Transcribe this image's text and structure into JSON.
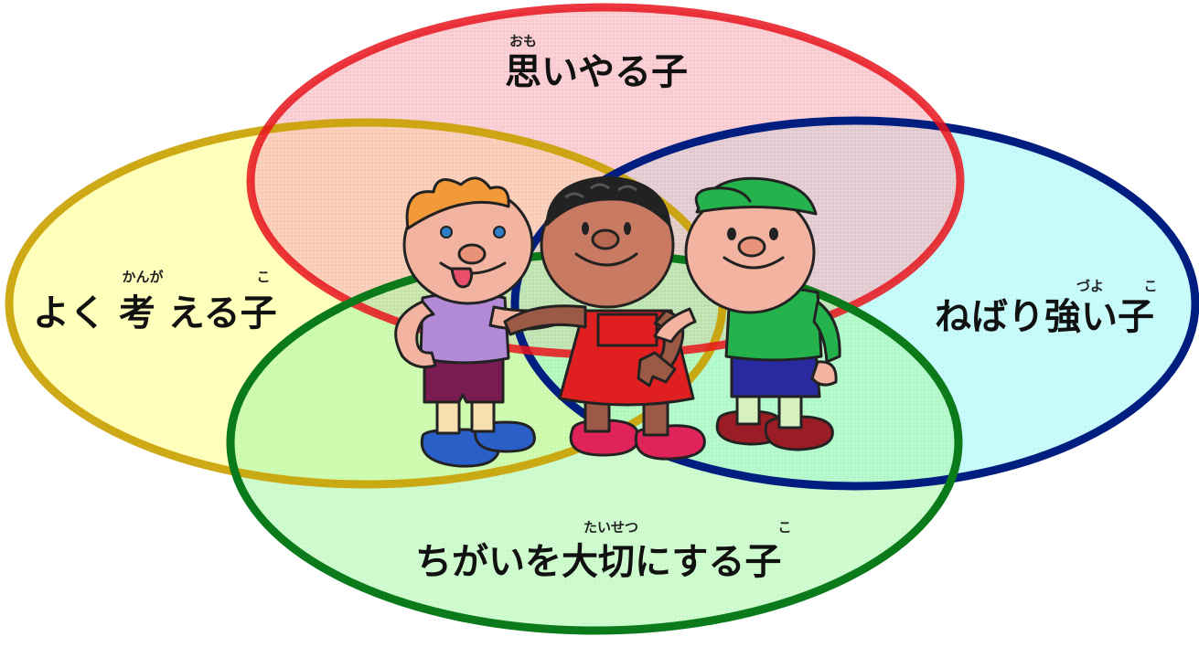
{
  "colors": {
    "red": "#e8141c",
    "yellow": "#c9a000",
    "blue": "#001d80",
    "green": "#0a7a1a",
    "red_fill": "#f4a6b0",
    "yellow_fill": "#ffff7a",
    "blue_fill": "#8ff5f5",
    "green_fill": "#9cf59c"
  },
  "labels": {
    "top": {
      "main": "思いやる子",
      "ruby": "おも"
    },
    "left": {
      "main": "よく 考 える子",
      "ruby1": "かんが",
      "ruby2": "こ"
    },
    "right": {
      "main": "ねばり強い子",
      "ruby1": "づよ",
      "ruby2": "こ"
    },
    "bottom": {
      "main": "ちがいを大切にする子",
      "ruby1": "たいせつ",
      "ruby2": "こ"
    }
  },
  "illustration": {
    "characters": [
      "boy-left-icon",
      "girl-center-icon",
      "boy-cap-icon"
    ]
  }
}
